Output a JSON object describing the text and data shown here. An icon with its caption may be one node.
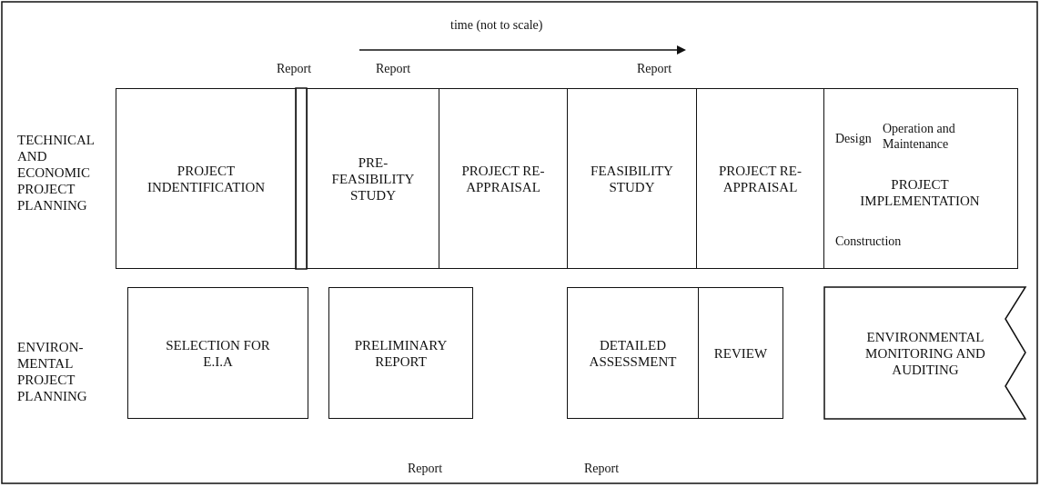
{
  "diagram": {
    "nodes": [
      {
        "text": [
          "PROJECT INDENTIFICATION"
        ]
      },
      {
        "text": [
          "PRE- FEASIBILITY STUDY"
        ]
      },
      {
        "text": [
          "PROJECT RE- APPRAISAL"
        ]
      },
      {
        "text": [
          "FEASIBILITY STUDY"
        ]
      },
      {
        "text": [
          "PROJECT RE- APPRAISAL"
        ]
      },
      {
        "text": [
          "Design",
          "Operation and Maintenance",
          "PROJECT IMPLEMENTATION",
          "Construction"
        ]
      },
      {
        "text": [
          "SELECTION FOR E.I.A"
        ]
      },
      {
        "text": [
          "PRELIMINARY REPORT"
        ]
      },
      {
        "text": [
          "DETAILED ASSESSMENT"
        ]
      },
      {
        "text": [
          "REVIEW"
        ]
      },
      {
        "text": [
          "ENVIRONMENTAL MONITORING AND AUDITING"
        ]
      }
    ],
    "labels": [
      "time (not to scale)",
      "Report",
      "Report",
      "Report",
      "TECHNICAL AND ECONOMIC PROJECT PLANNING",
      "ENVIRON- MENTAL PROJECT PLANNING",
      "Report",
      "Report"
    ]
  }
}
